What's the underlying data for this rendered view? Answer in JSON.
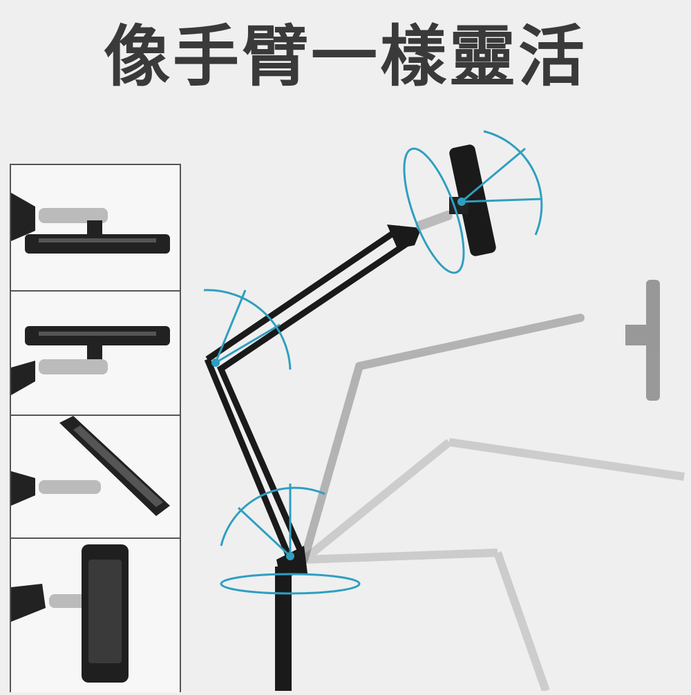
{
  "title": "像手臂一樣靈活",
  "colors": {
    "accent": "#2e9fc0",
    "arm": "#1a1a1a",
    "background": "#efefef",
    "title": "#3a3a3a"
  },
  "panels": [
    {
      "name": "holder-horizontal-top"
    },
    {
      "name": "holder-horizontal-bottom"
    },
    {
      "name": "holder-tilted"
    },
    {
      "name": "holder-with-phone"
    }
  ]
}
